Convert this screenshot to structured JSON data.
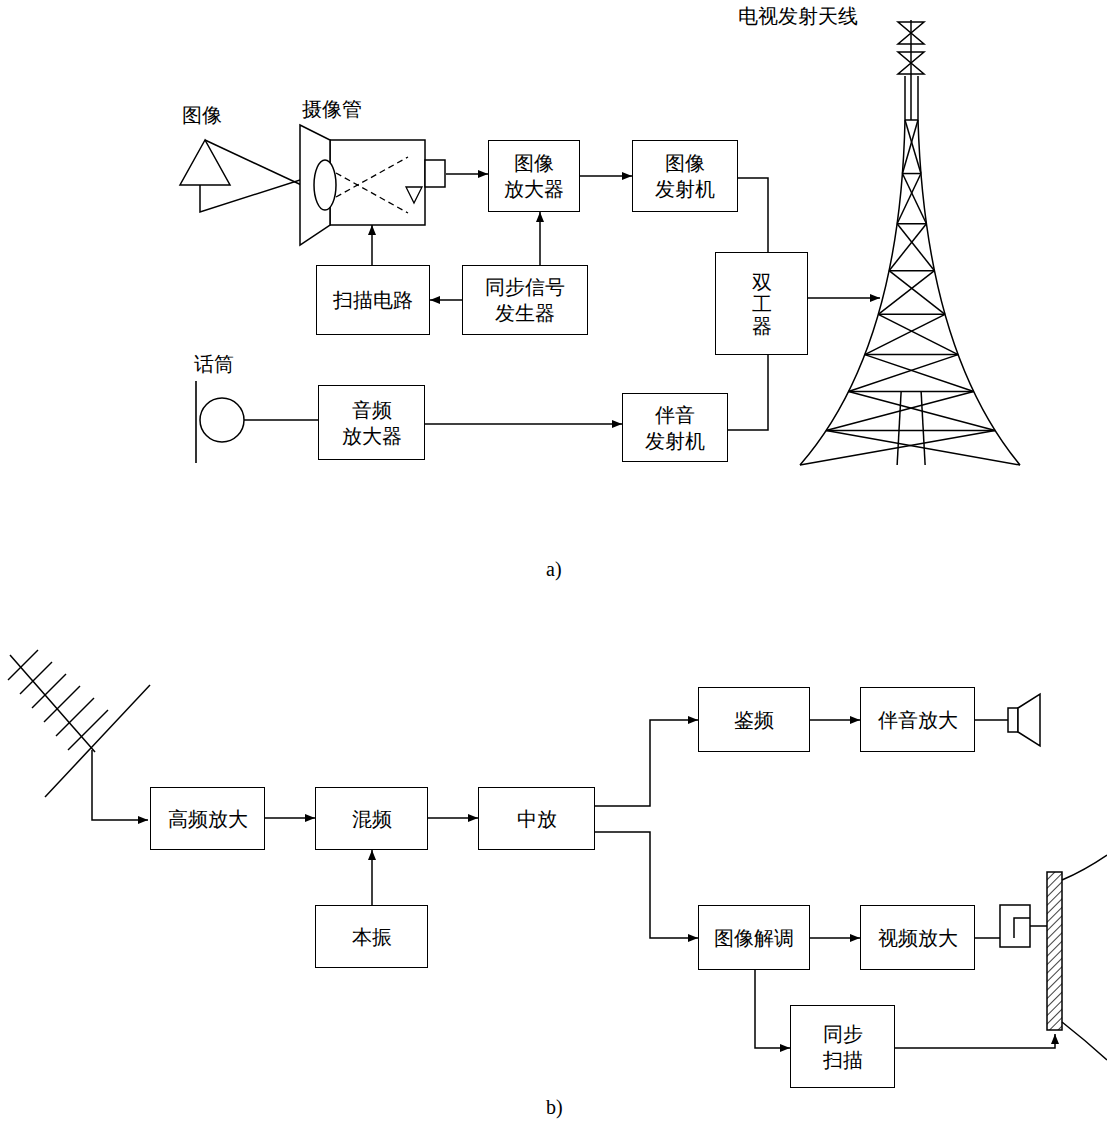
{
  "diagram": {
    "nodes": [
      {
        "text": [
          "摄像管"
        ]
      },
      {
        "text": [
          "图像 放大器"
        ]
      },
      {
        "text": [
          "图像 发射机"
        ]
      },
      {
        "text": [
          "扫描电路"
        ]
      },
      {
        "text": [
          "同步信号 发生器"
        ]
      },
      {
        "text": [
          "双工器"
        ]
      },
      {
        "text": [
          "话筒"
        ]
      },
      {
        "text": [
          "音频 放大器"
        ]
      },
      {
        "text": [
          "伴音 发射机"
        ]
      },
      {
        "text": [
          "电视发射天线"
        ]
      },
      {
        "text": [
          "高频放大"
        ]
      },
      {
        "text": [
          "混频"
        ]
      },
      {
        "text": [
          "本振"
        ]
      },
      {
        "text": [
          "中放"
        ]
      },
      {
        "text": [
          "鉴频"
        ]
      },
      {
        "text": [
          "伴音放大"
        ]
      },
      {
        "text": [
          "图像解调"
        ]
      },
      {
        "text": [
          "视频放大"
        ]
      },
      {
        "text": [
          "同步 扫描"
        ]
      }
    ],
    "edges": [
      {
        "from": 0,
        "to": 1,
        "arrow": "to"
      },
      {
        "from": 1,
        "to": 2,
        "arrow": "to"
      },
      {
        "from": 4,
        "to": 1,
        "arrow": "to"
      },
      {
        "from": 4,
        "to": 3,
        "arrow": "to"
      },
      {
        "from": 3,
        "to": 0,
        "arrow": "to"
      },
      {
        "from": 2,
        "to": 5,
        "arrow": "none"
      },
      {
        "from": 8,
        "to": 5,
        "arrow": "none"
      },
      {
        "from": 5,
        "to": 9,
        "arrow": "to"
      },
      {
        "from": 6,
        "to": 7,
        "arrow": "none"
      },
      {
        "from": 7,
        "to": 8,
        "arrow": "to"
      },
      {
        "from": 10,
        "to": 11,
        "arrow": "to"
      },
      {
        "from": 12,
        "to": 11,
        "arrow": "to"
      },
      {
        "from": 11,
        "to": 13,
        "arrow": "to"
      },
      {
        "from": 13,
        "to": 14,
        "arrow": "to"
      },
      {
        "from": 13,
        "to": 16,
        "arrow": "to"
      },
      {
        "from": 14,
        "to": 15,
        "arrow": "to"
      },
      {
        "from": 16,
        "to": 17,
        "arrow": "to"
      },
      {
        "from": 16,
        "to": 18,
        "arrow": "to"
      }
    ],
    "labels": [
      "图像",
      "a)",
      "b)"
    ]
  }
}
